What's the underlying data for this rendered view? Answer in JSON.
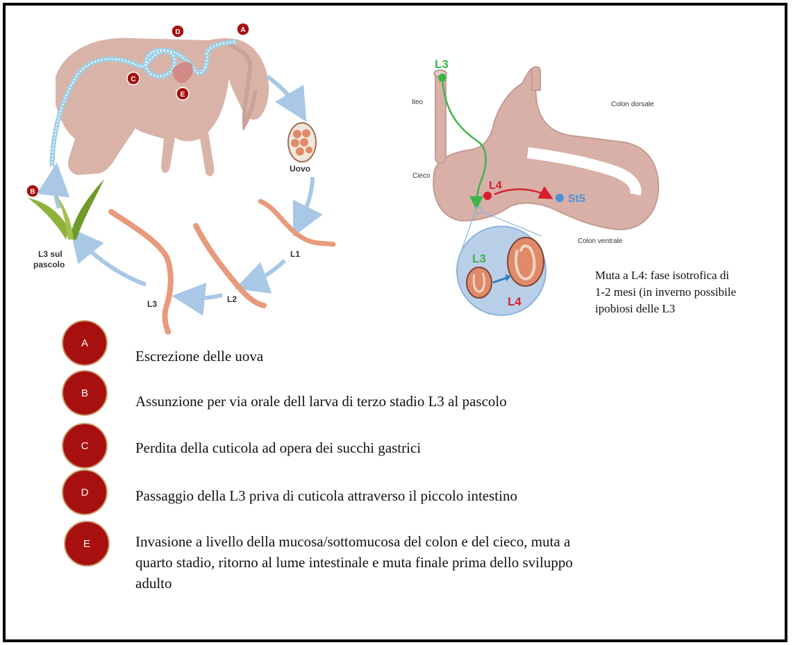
{
  "diagram": {
    "markers": {
      "a": "A",
      "b": "B",
      "c": "C",
      "d": "D",
      "e": "E"
    },
    "labels": {
      "uovo": "Uovo",
      "l1": "L1",
      "l2": "L2",
      "l3": "L3",
      "l3_pasture_1": "L3 sul",
      "l3_pasture_2": "pascolo",
      "ileo": "Ileo",
      "colon_dorsale": "Colon dorsale",
      "cieco": "Cieco",
      "colon_ventrale": "Colon ventrale",
      "gut_l3": "L3",
      "gut_l4": "L4",
      "gut_st5": "St5",
      "inset_l3": "L3",
      "inset_l4": "L4"
    },
    "note_lines": [
      "Muta a L4: fase isotrofica di",
      "1-2 mesi (in inverno possibile",
      "ipobiosi delle L3"
    ]
  },
  "legend": [
    {
      "badge": "A",
      "text": "Escrezione delle uova"
    },
    {
      "badge": "B",
      "text": "Assunzione per via orale dell larva di terzo stadio L3 al pascolo"
    },
    {
      "badge": "C",
      "text": "Perdita della cuticola ad opera dei succhi gastrici"
    },
    {
      "badge": "D",
      "text": "Passaggio della L3 priva di cuticola attraverso il piccolo intestino"
    },
    {
      "badge": "E",
      "lines": [
        "Invasione a livello della mucosa/sottomucosa del colon e del cieco, muta a",
        "quarto stadio, ritorno al lume intestinale e muta finale prima dello sviluppo",
        "adulto"
      ]
    }
  ],
  "colors": {
    "badge": "#a80f0f",
    "horse": "#d9b3a8",
    "gut": "#d8b0a8",
    "larva": "#e89a7c",
    "cycle_arrow": "#a9c8e6",
    "path_green": "#3cb44b",
    "path_red": "#d61f2c",
    "st5_blue": "#4a90d9"
  }
}
